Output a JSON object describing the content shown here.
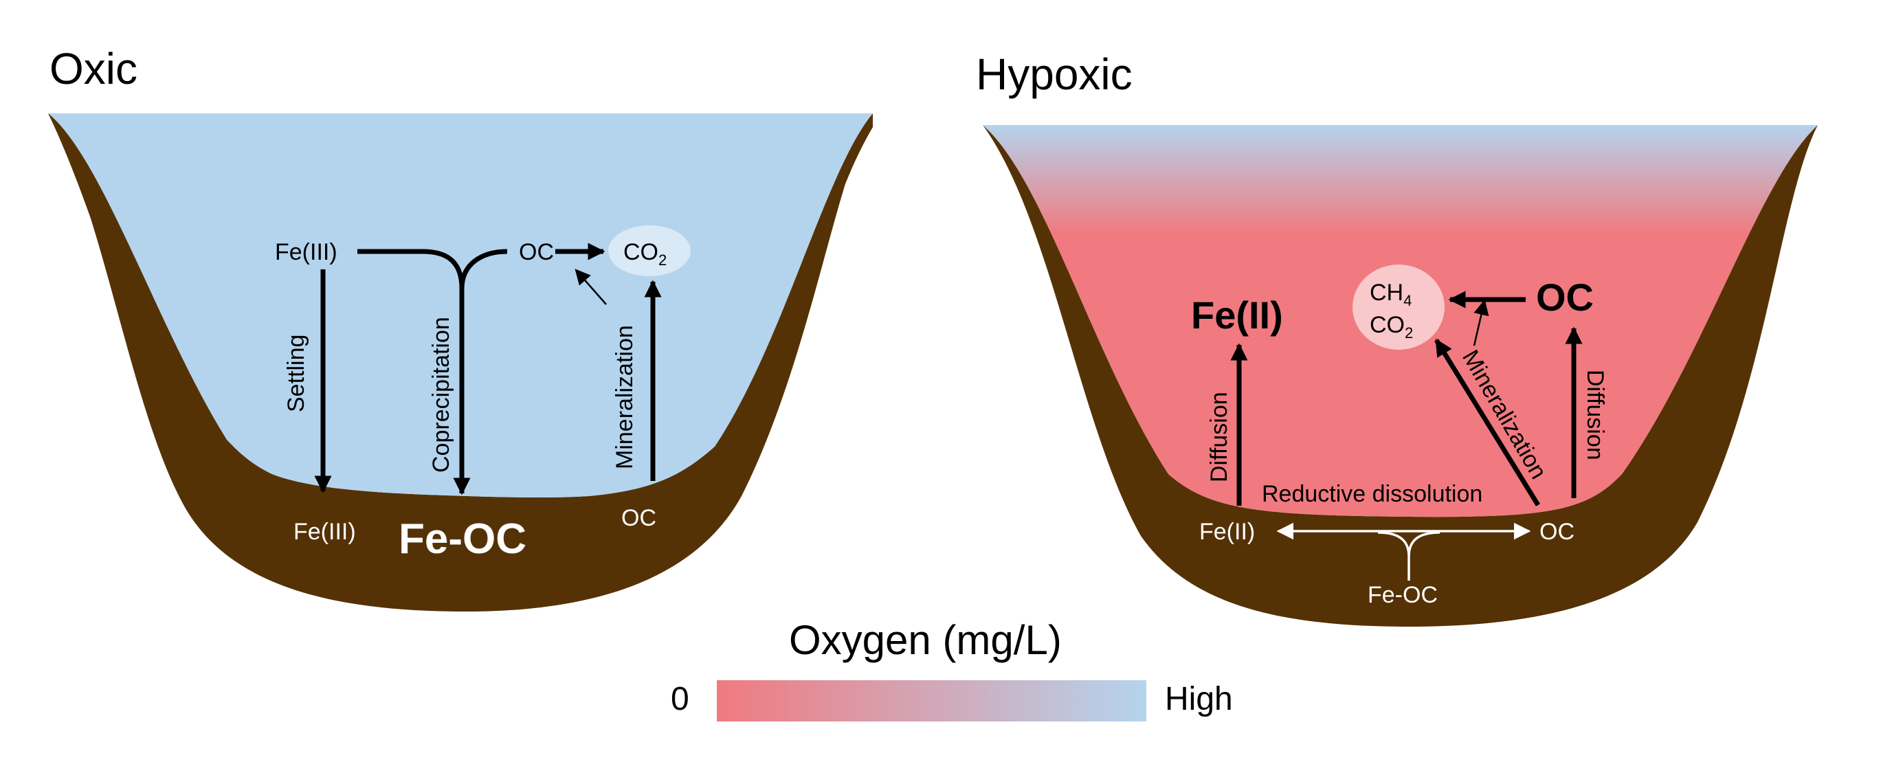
{
  "colors": {
    "sediment": "#553205",
    "oxic_water": "#b4d4ee",
    "hypoxic_water": "#f07a80",
    "bubble_oxic": "#dae9f6",
    "bubble_hypoxic": "#f8c8cb"
  },
  "oxic": {
    "title": "Oxic",
    "fe3_water": "Fe(III)",
    "oc_water": "OC",
    "co2_main": "CO",
    "co2_sub": "2",
    "settling": "Settling",
    "coprecipitation": "Coprecipitation",
    "mineralization": "Mineralization",
    "fe3_sediment": "Fe(III)",
    "feoc_sediment": "Fe-OC",
    "oc_sediment": "OC"
  },
  "hypoxic": {
    "title": "Hypoxic",
    "fe2_water": "Fe(II)",
    "oc_water": "OC",
    "ch4_main": "CH",
    "ch4_sub": "4",
    "co2_main": "CO",
    "co2_sub": "2",
    "diffusion_left": "Diffusion",
    "diffusion_right": "Diffusion",
    "mineralization": "Mineralization",
    "reductive_dissolution": "Reductive dissolution",
    "fe2_sediment": "Fe(II)",
    "oc_sediment": "OC",
    "feoc_sediment": "Fe-OC"
  },
  "legend": {
    "title": "Oxygen (mg/L)",
    "low": "0",
    "high": "High",
    "low_color": "#f07a80",
    "high_color": "#b4d4ee"
  }
}
